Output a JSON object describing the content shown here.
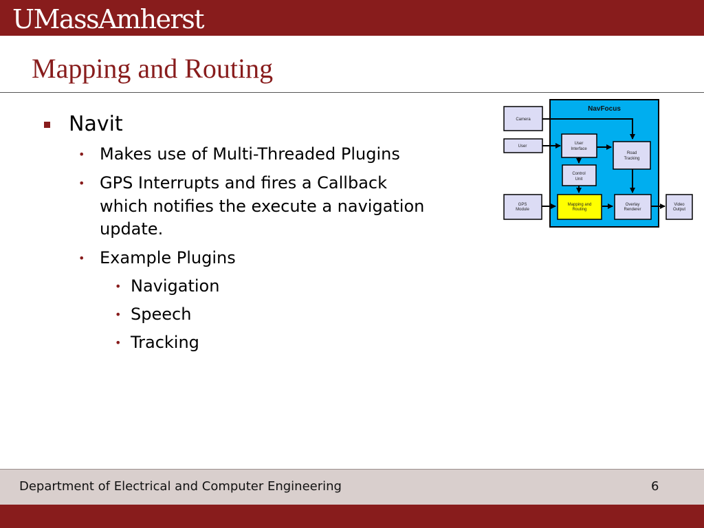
{
  "header": {
    "logo_text": "UMassAmherst",
    "brand_color": "#881c1c"
  },
  "slide": {
    "title": "Mapping and Routing"
  },
  "bullets": {
    "level1": "Navit",
    "level2": [
      "Makes use of Multi-Threaded Plugins",
      "GPS Interrupts and fires a Callback",
      "which notifies the execute a navigation",
      "update.",
      "Example Plugins"
    ],
    "level3": [
      "Navigation",
      "Speech",
      "Tracking"
    ]
  },
  "diagram": {
    "title": "NavFocus",
    "blocks": {
      "camera": "Camera",
      "user": "User",
      "user_interface": [
        "User",
        "Interface"
      ],
      "road_tracking": [
        "Road",
        "Tracking"
      ],
      "control_unit": [
        "Control",
        "Unit"
      ],
      "gps_module": [
        "GPS",
        "Module"
      ],
      "mapping_routing": [
        "Mapping  and",
        "Routing"
      ],
      "overlay_renderer": [
        "Overlay",
        "Renderer"
      ],
      "video_output": [
        "Video",
        "Output"
      ]
    },
    "colors": {
      "container": "#00aeef",
      "block": "#dcdcf5",
      "highlight": "#ffff00"
    }
  },
  "footer": {
    "department": "Department of Electrical and Computer Engineering",
    "page_number": "6"
  }
}
